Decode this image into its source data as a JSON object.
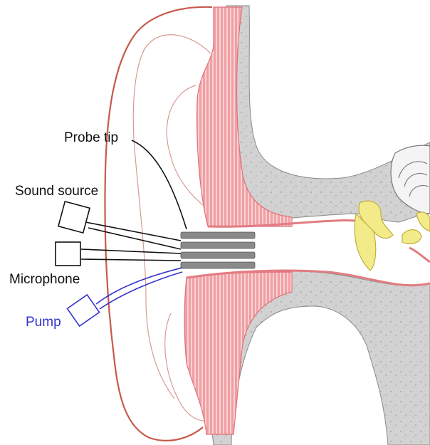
{
  "labels": {
    "probe_tip": "Probe tip",
    "sound_source": "Sound source",
    "microphone": "Microphone",
    "pump": "Pump"
  },
  "colors": {
    "background": "#ffffff",
    "bone_fill": "#d2d2d2",
    "tissue_fill": "#f0a0a4",
    "tissue_line": "#e26f78",
    "auricle_outline": "#c65a4b",
    "canal_line": "#e27c82",
    "ossicle_fill": "#f3ea8a",
    "probe_band": "#8a8a8a",
    "label_text": "#111111",
    "pump_color": "#3333cc"
  }
}
